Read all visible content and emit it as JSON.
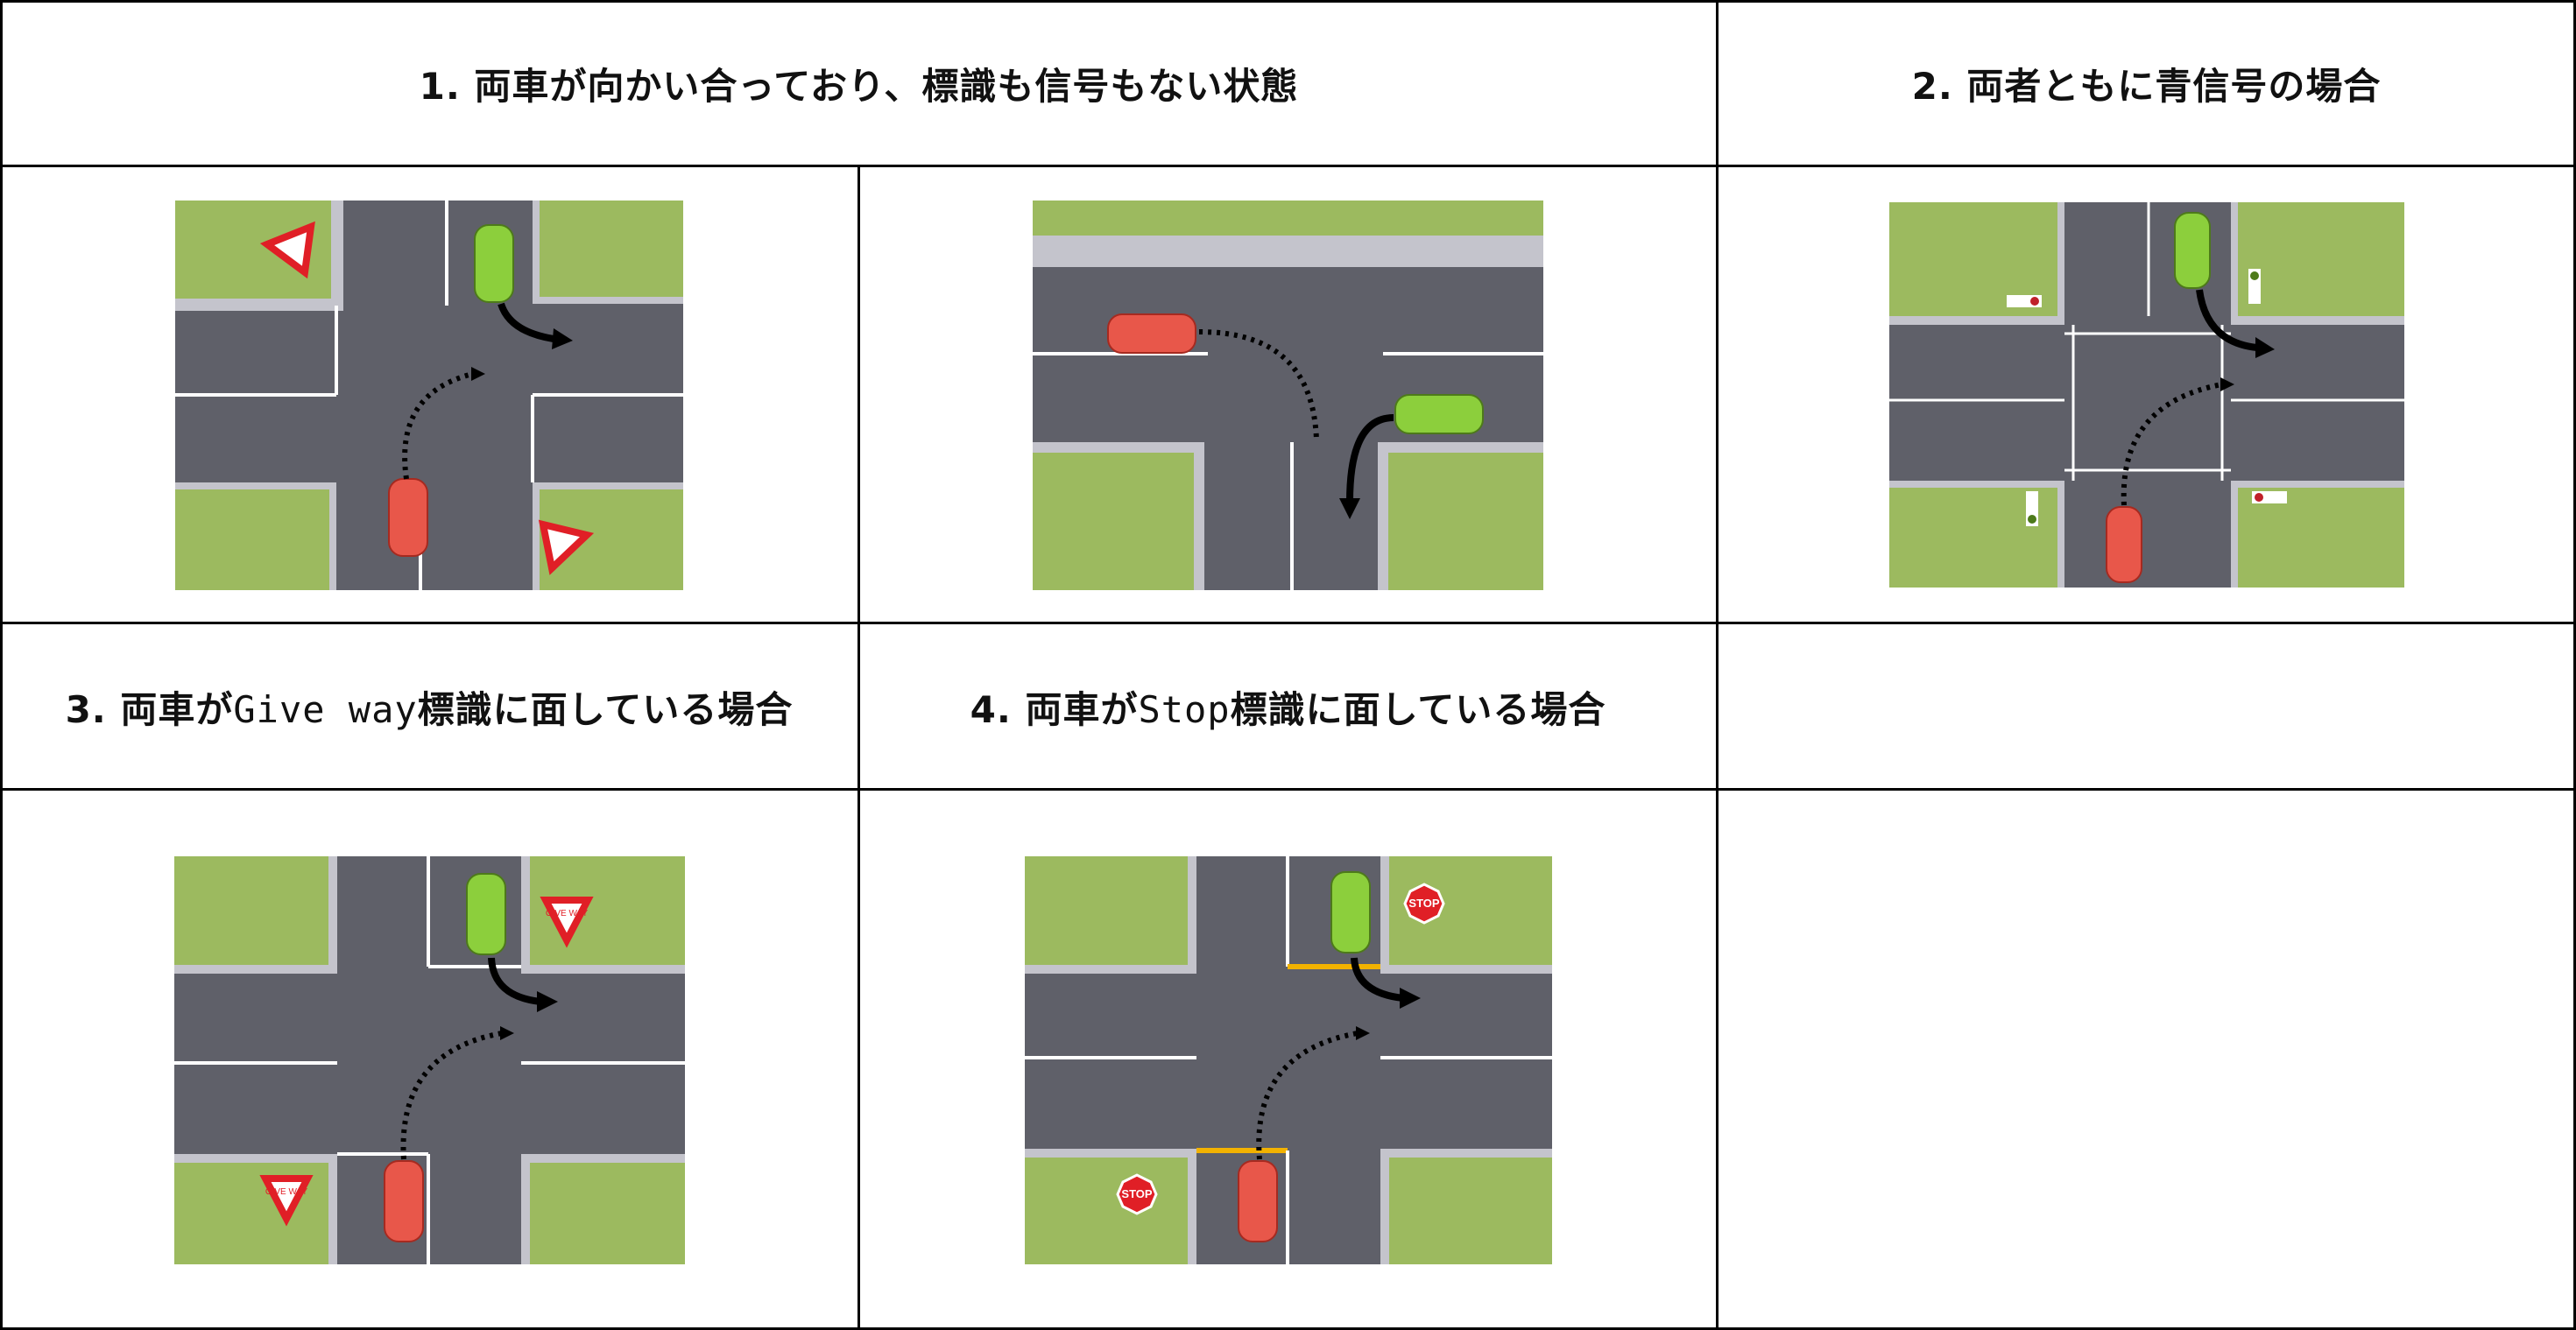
{
  "headers": {
    "case1": "1. 両車が向かい合っており、標識も信号もない状態",
    "case2": "2. 両者ともに青信号の場合",
    "case3_prefix": "3. 両車が",
    "case3_mono": "Give way",
    "case3_suffix": "標識に面している場合",
    "case4_prefix": "4. 両車が",
    "case4_mono": "Stop",
    "case4_suffix": "標識に面している場合"
  },
  "signs": {
    "give_way": "GIVE WAY",
    "stop": "STOP"
  },
  "colors": {
    "grass": "#9cba5f",
    "road": "#5f6069",
    "curb": "#c4c4cc",
    "red_car": "#e8574a",
    "green_car": "#8ccf3c",
    "sign_red": "#e01f26",
    "stop_line": "#f2b200"
  }
}
